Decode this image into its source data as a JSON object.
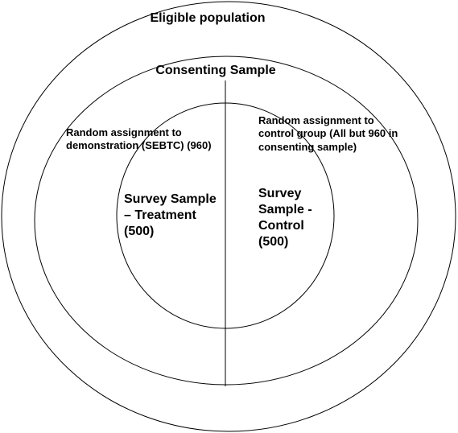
{
  "labels": {
    "eligible_population": "Eligible population",
    "consenting_sample": "Consenting Sample",
    "assign_demonstration": "Random assignment to demonstration (SEBTC) (960)",
    "assign_control": "Random assignment to control group (All but 960 in consenting sample)",
    "survey_treatment": "Survey Sample – Treatment (500)",
    "survey_control": "Survey Sample - Control (500)"
  },
  "colors": {
    "stroke": "#000000",
    "background": "#ffffff"
  }
}
